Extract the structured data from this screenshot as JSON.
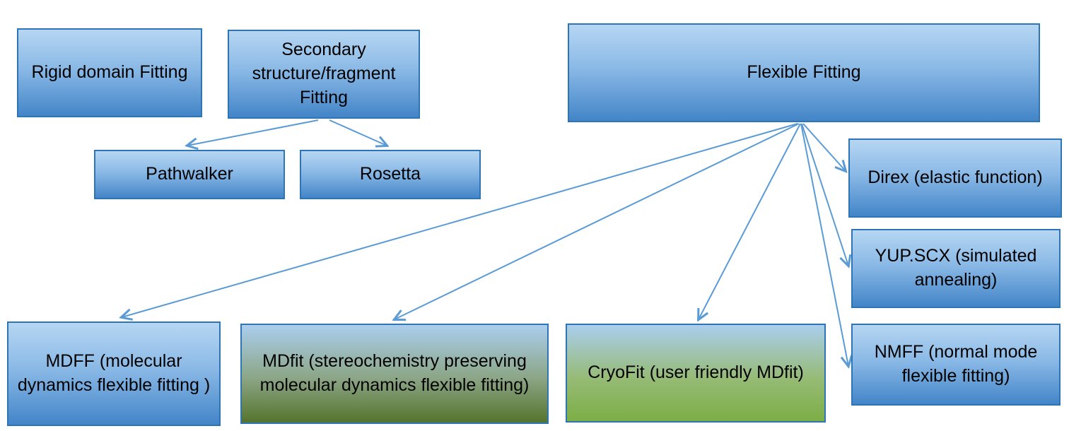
{
  "nodes": {
    "rigid_domain": {
      "label": "Rigid domain Fitting"
    },
    "secondary": {
      "label": "Secondary structure/fragment Fitting"
    },
    "flexible": {
      "label": "Flexible Fitting"
    },
    "pathwalker": {
      "label": "Pathwalker"
    },
    "rosetta": {
      "label": "Rosetta"
    },
    "direx": {
      "label": "Direx (elastic function)"
    },
    "yupscx": {
      "label": "YUP.SCX (simulated annealing)"
    },
    "nmff": {
      "label": "NMFF (normal mode flexible fitting)"
    },
    "mdff": {
      "label": "MDFF (molecular dynamics flexible fitting )"
    },
    "mdfit": {
      "label": "MDfit (stereochemistry preserving molecular dynamics flexible fitting)"
    },
    "cryofit": {
      "label": "CryoFit (user friendly MDfit)"
    }
  },
  "edges": [
    {
      "from": "secondary",
      "to": "pathwalker"
    },
    {
      "from": "secondary",
      "to": "rosetta"
    },
    {
      "from": "flexible",
      "to": "mdff"
    },
    {
      "from": "flexible",
      "to": "mdfit"
    },
    {
      "from": "flexible",
      "to": "cryofit"
    },
    {
      "from": "flexible",
      "to": "direx"
    },
    {
      "from": "flexible",
      "to": "yupscx"
    },
    {
      "from": "flexible",
      "to": "nmff"
    }
  ],
  "colors": {
    "box_border": "#2e75b6",
    "box_gradient_top": "#b6d6f2",
    "box_gradient_bottom": "#4385c8",
    "arrow": "#5b9bd5",
    "olive_gradient_bottom": "#55742d",
    "green_gradient_bottom": "#7dae46"
  }
}
